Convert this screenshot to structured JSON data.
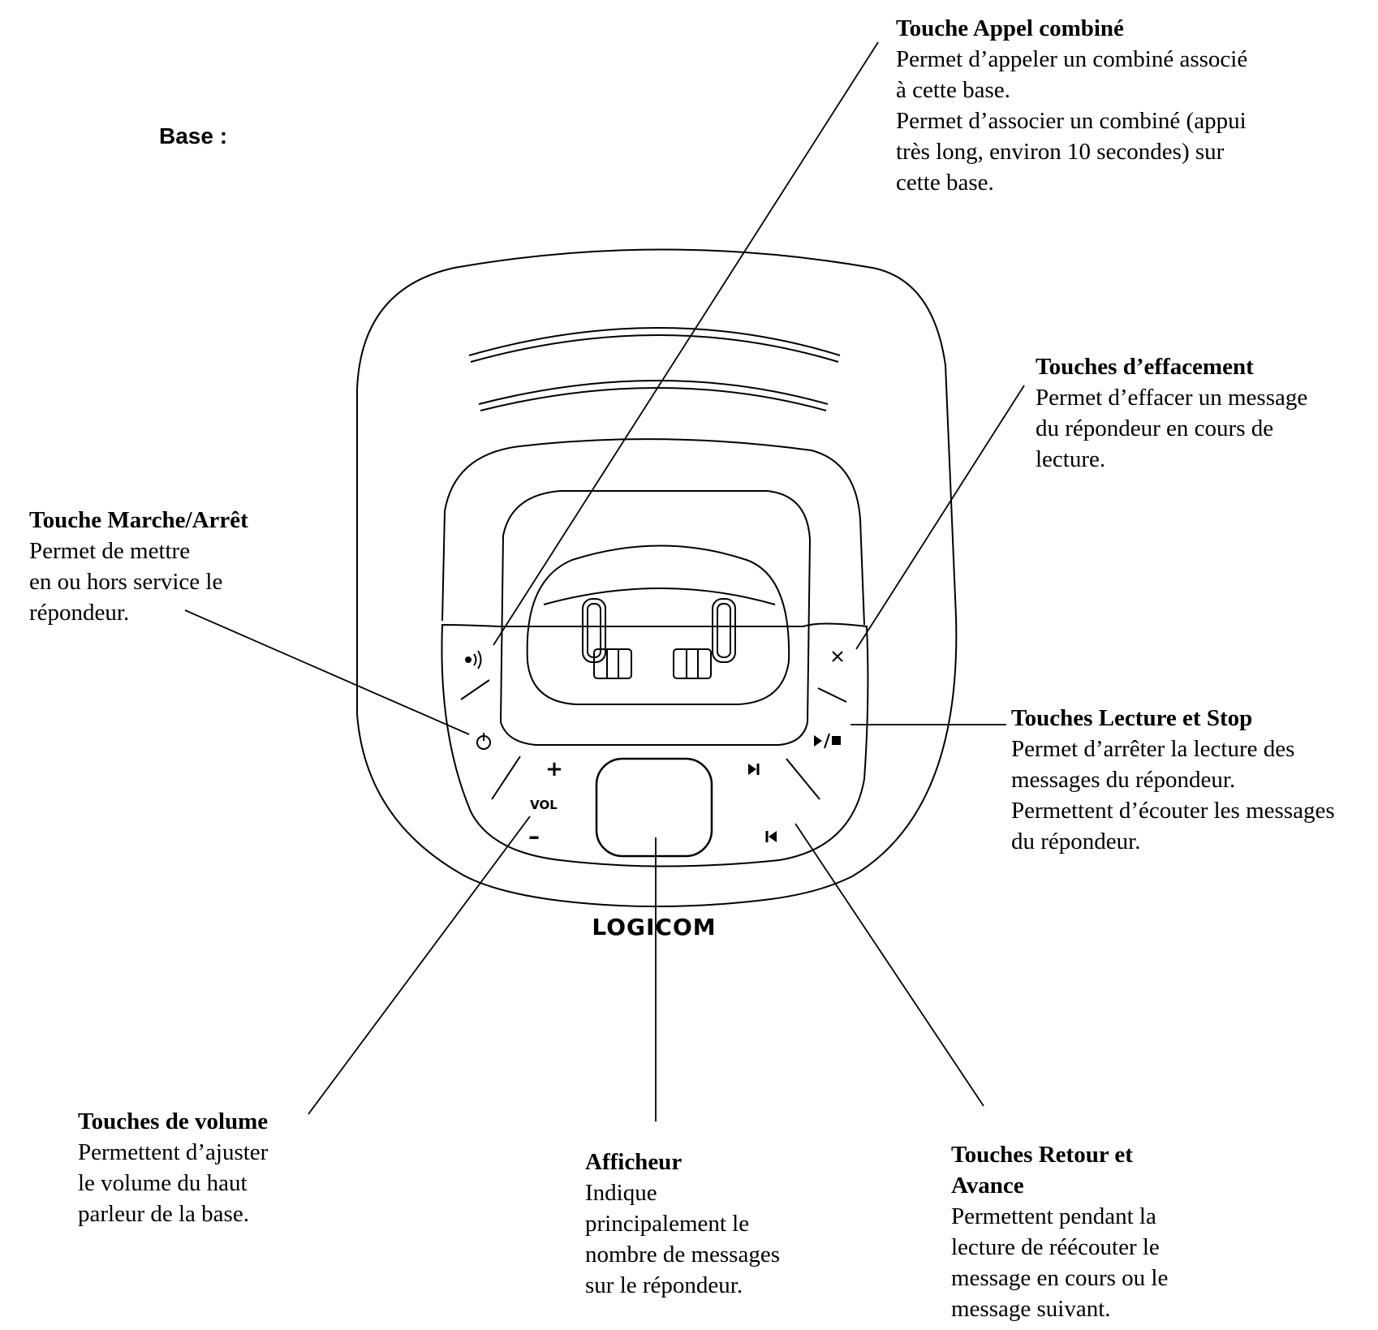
{
  "heading": "Base :",
  "brand": "LOGICOM",
  "button_labels": {
    "plus": "+",
    "vol": "VOL",
    "minus": "–"
  },
  "callouts": {
    "appel": {
      "title": "Touche Appel combiné",
      "lines": [
        "Permet d’appeler un combiné associé",
        "à cette base.",
        "Permet d’associer un combiné (appui",
        "très long, environ 10 secondes) sur",
        "cette base."
      ]
    },
    "effacement": {
      "title": "Touches d’effacement",
      "lines": [
        "Permet d’effacer un message",
        "du répondeur en cours de",
        "lecture."
      ]
    },
    "marche": {
      "title": "Touche Marche/Arrêt",
      "lines": [
        "Permet de mettre",
        "en ou hors service le",
        "répondeur."
      ]
    },
    "lecture": {
      "title": "Touches Lecture et Stop",
      "lines": [
        "Permet d’arrêter la lecture des",
        "messages du répondeur.",
        "Permettent d’écouter les messages",
        "du  répondeur."
      ]
    },
    "volume": {
      "title": "Touches de volume",
      "lines": [
        "Permettent d’ajuster",
        "le volume du haut",
        "parleur de la base."
      ]
    },
    "afficheur": {
      "title": "Afficheur",
      "lines": [
        "Indique",
        "principalement  le",
        "nombre de messages",
        "sur le répondeur."
      ]
    },
    "retour": {
      "title_lines": [
        "Touches Retour et",
        "Avance"
      ],
      "lines": [
        "Permettent pendant la",
        "lecture de réécouter le",
        "message en cours ou  le",
        "message suivant."
      ]
    }
  },
  "icons": [
    "intercom-icon",
    "power-icon",
    "delete-x-icon",
    "play-stop-icon",
    "skip-forward-icon",
    "skip-back-icon"
  ]
}
